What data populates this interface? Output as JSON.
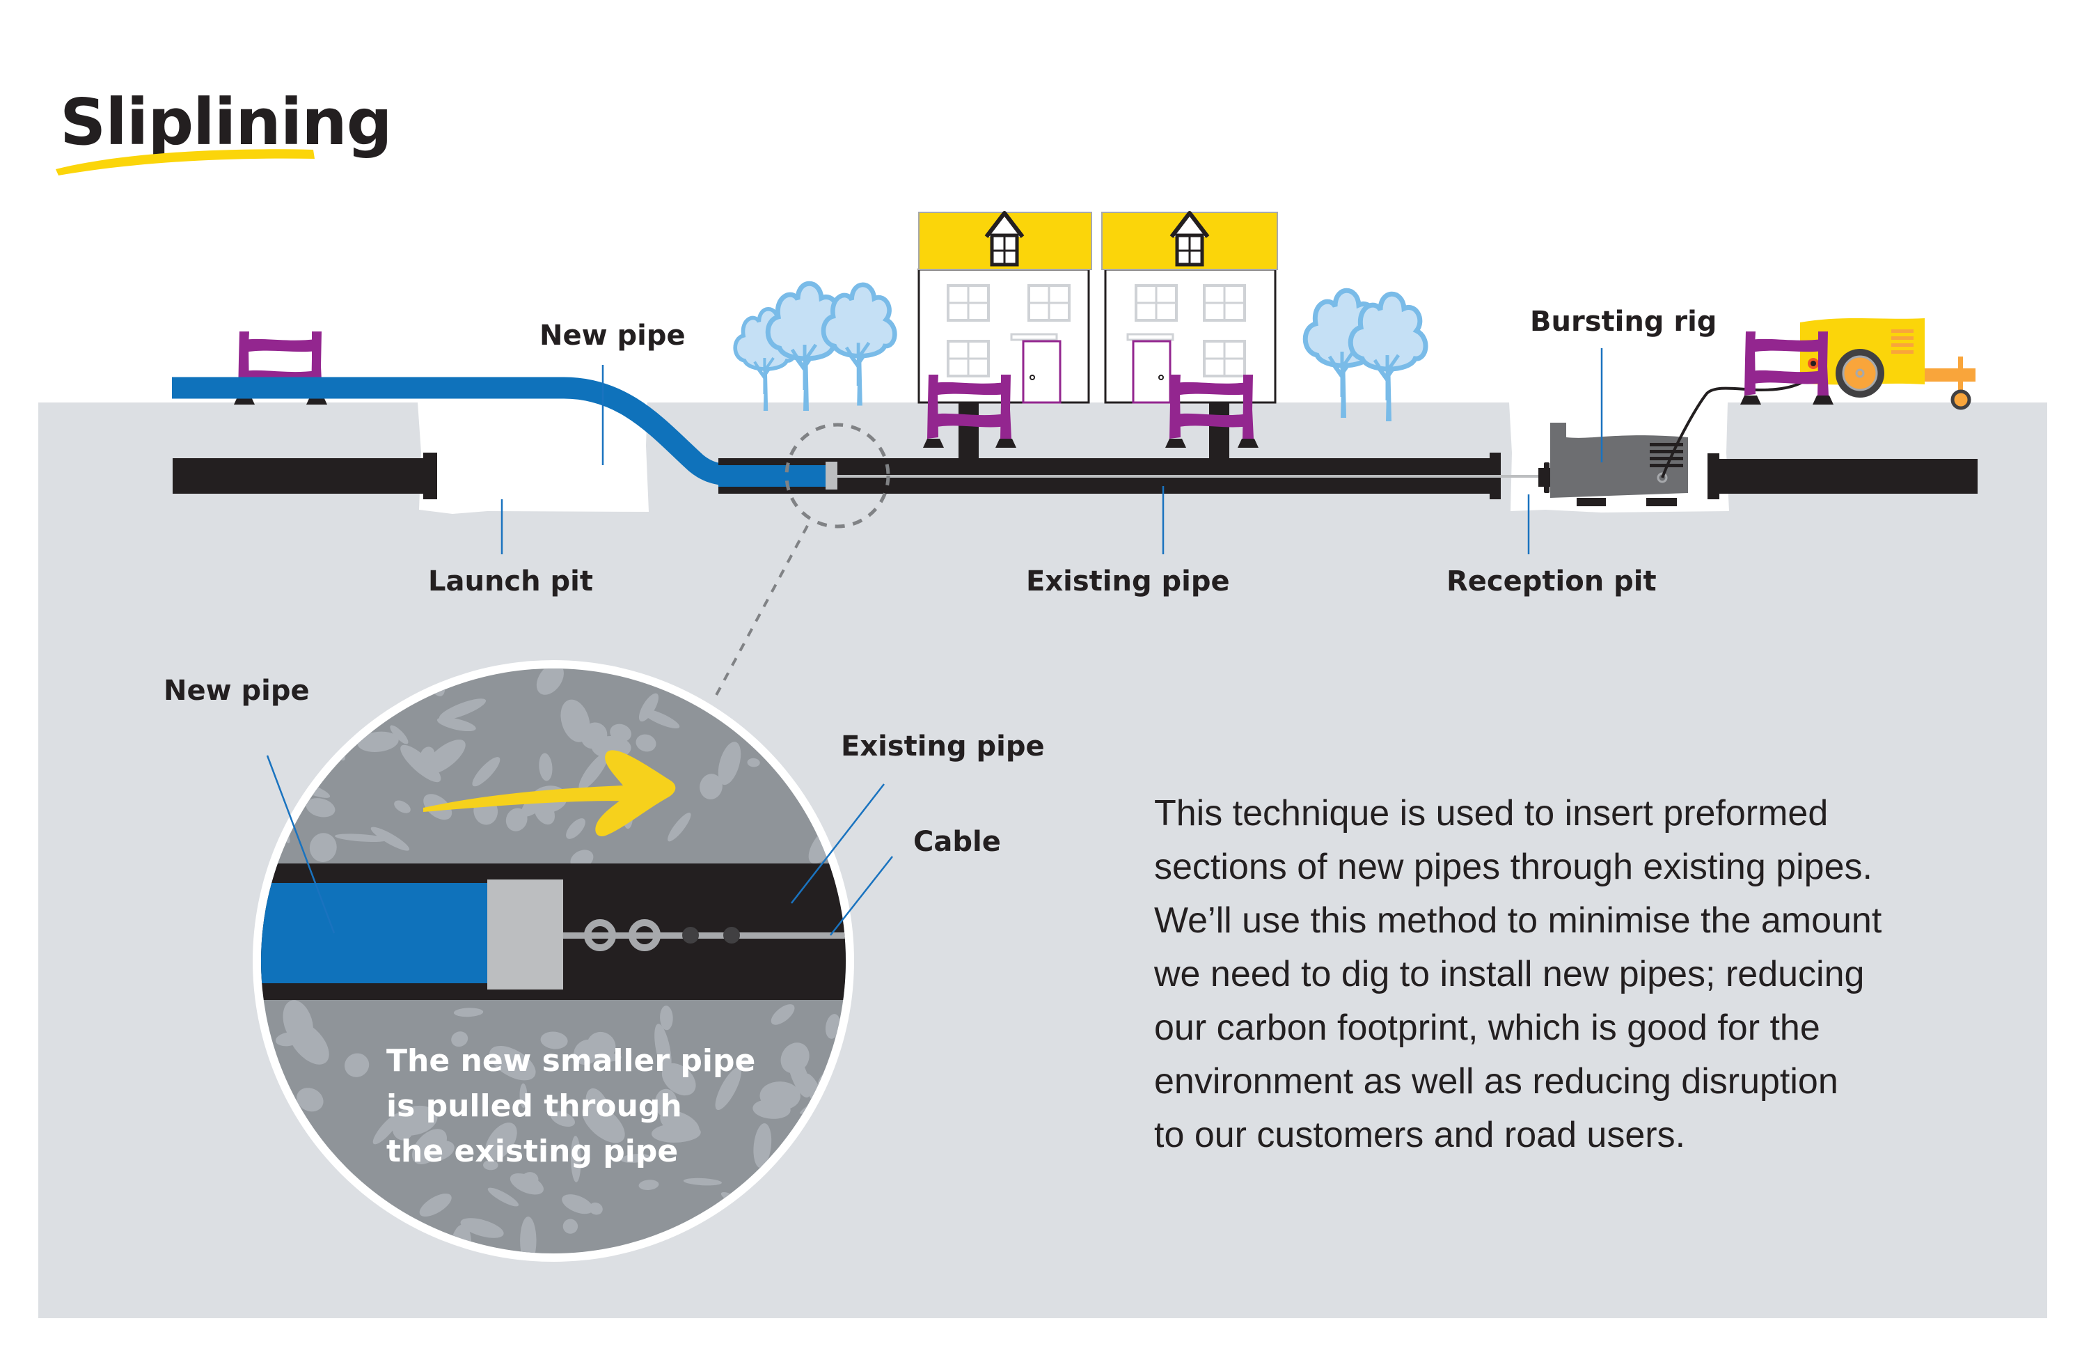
{
  "title": "Sliplining",
  "labels": {
    "new_pipe_top": "New pipe",
    "launch_pit": "Launch pit",
    "existing_pipe_top": "Existing pipe",
    "reception_pit": "Reception pit",
    "bursting_rig": "Bursting rig",
    "new_pipe_inset": "New pipe",
    "existing_pipe_inset": "Existing pipe",
    "cable_inset": "Cable"
  },
  "inset_caption": [
    "The new smaller pipe",
    "is pulled through",
    "the existing pipe"
  ],
  "description": [
    "This technique is used to insert preformed",
    "sections of new pipes through existing pipes.",
    "We’ll use this method to minimise the amount",
    "we need to dig to install new pipes; reducing",
    "our carbon footprint, which is good for the",
    "environment as well as reducing disruption",
    "to our customers and road users."
  ],
  "colors": {
    "ground": "#dcdfe3",
    "pit": "#ffffff",
    "existing_pipe": "#231f20",
    "new_pipe": "#0f72bb",
    "fence": "#93268f",
    "roof": "#fbd50a",
    "tree_fill": "#c5e0f5",
    "tree_stroke": "#79bbe8",
    "rig": "#6d6e71",
    "soil": "#8f9499",
    "soil_fleck": "#a9aeb4",
    "arrow": "#f6d11c",
    "trailer_accent": "#f9a53b",
    "leader_line": "#1a73bf"
  }
}
